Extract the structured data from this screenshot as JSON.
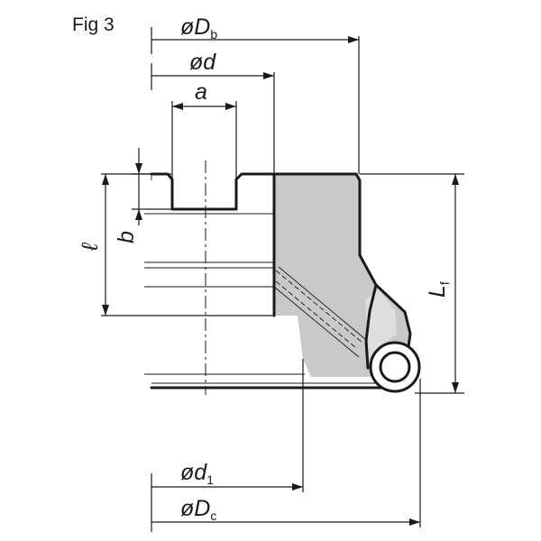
{
  "figure_label": "Fig 3",
  "dimensions": {
    "Db": {
      "prefix": "øD",
      "sub": "b"
    },
    "d": {
      "prefix": "ød",
      "sub": ""
    },
    "a": {
      "prefix": "a",
      "sub": ""
    },
    "b": {
      "prefix": "b",
      "sub": ""
    },
    "l": {
      "prefix": "ℓ",
      "sub": ""
    },
    "Lf": {
      "prefix": "L",
      "sub": "f"
    },
    "d1": {
      "prefix": "ød",
      "sub": "1"
    },
    "Dc": {
      "prefix": "øD",
      "sub": "c"
    }
  },
  "colors": {
    "line": "#1a1a1a",
    "body_fill": "#c9c9c9",
    "background": "#ffffff"
  }
}
